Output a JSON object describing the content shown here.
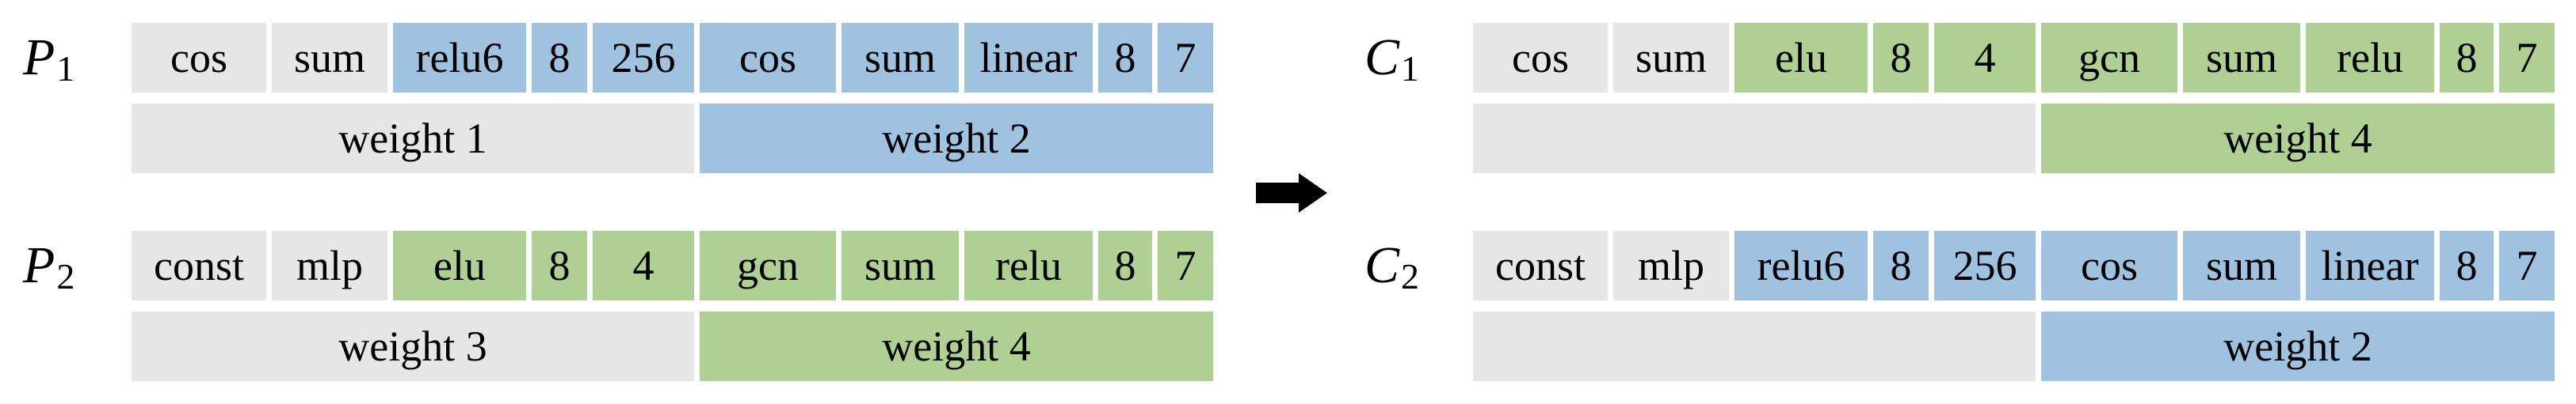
{
  "colors": {
    "gray": "#E7E6E6",
    "blue": "#A0C2E1",
    "green": "#AFD093",
    "arrow": "#000000"
  },
  "chromosomes": [
    {
      "id": "p1",
      "label": "P",
      "sub": "1",
      "cells": [
        {
          "text": "cos",
          "color": "gray"
        },
        {
          "text": "sum",
          "color": "gray"
        },
        {
          "text": "relu6",
          "color": "blue"
        },
        {
          "text": "8",
          "color": "blue"
        },
        {
          "text": "256",
          "color": "blue"
        },
        {
          "text": "cos",
          "color": "blue"
        },
        {
          "text": "sum",
          "color": "blue"
        },
        {
          "text": "linear",
          "color": "blue"
        },
        {
          "text": "8",
          "color": "blue"
        },
        {
          "text": "7",
          "color": "blue"
        }
      ],
      "weights": [
        {
          "text": "weight 1",
          "color": "gray"
        },
        {
          "text": "weight 2",
          "color": "blue"
        }
      ]
    },
    {
      "id": "p2",
      "label": "P",
      "sub": "2",
      "cells": [
        {
          "text": "const",
          "color": "gray"
        },
        {
          "text": "mlp",
          "color": "gray"
        },
        {
          "text": "elu",
          "color": "green"
        },
        {
          "text": "8",
          "color": "green"
        },
        {
          "text": "4",
          "color": "green"
        },
        {
          "text": "gcn",
          "color": "green"
        },
        {
          "text": "sum",
          "color": "green"
        },
        {
          "text": "relu",
          "color": "green"
        },
        {
          "text": "8",
          "color": "green"
        },
        {
          "text": "7",
          "color": "green"
        }
      ],
      "weights": [
        {
          "text": "weight 3",
          "color": "gray"
        },
        {
          "text": "weight 4",
          "color": "green"
        }
      ]
    },
    {
      "id": "c1",
      "label": "C",
      "sub": "1",
      "cells": [
        {
          "text": "cos",
          "color": "gray"
        },
        {
          "text": "sum",
          "color": "gray"
        },
        {
          "text": "elu",
          "color": "green"
        },
        {
          "text": "8",
          "color": "green"
        },
        {
          "text": "4",
          "color": "green"
        },
        {
          "text": "gcn",
          "color": "green"
        },
        {
          "text": "sum",
          "color": "green"
        },
        {
          "text": "relu",
          "color": "green"
        },
        {
          "text": "8",
          "color": "green"
        },
        {
          "text": "7",
          "color": "green"
        }
      ],
      "weights": [
        {
          "text": "",
          "color": "gray"
        },
        {
          "text": "weight 4",
          "color": "green"
        }
      ]
    },
    {
      "id": "c2",
      "label": "C",
      "sub": "2",
      "cells": [
        {
          "text": "const",
          "color": "gray"
        },
        {
          "text": "mlp",
          "color": "gray"
        },
        {
          "text": "relu6",
          "color": "blue"
        },
        {
          "text": "8",
          "color": "blue"
        },
        {
          "text": "256",
          "color": "blue"
        },
        {
          "text": "cos",
          "color": "blue"
        },
        {
          "text": "sum",
          "color": "blue"
        },
        {
          "text": "linear",
          "color": "blue"
        },
        {
          "text": "8",
          "color": "blue"
        },
        {
          "text": "7",
          "color": "blue"
        }
      ],
      "weights": [
        {
          "text": "",
          "color": "gray"
        },
        {
          "text": "weight 2",
          "color": "blue"
        }
      ]
    }
  ]
}
